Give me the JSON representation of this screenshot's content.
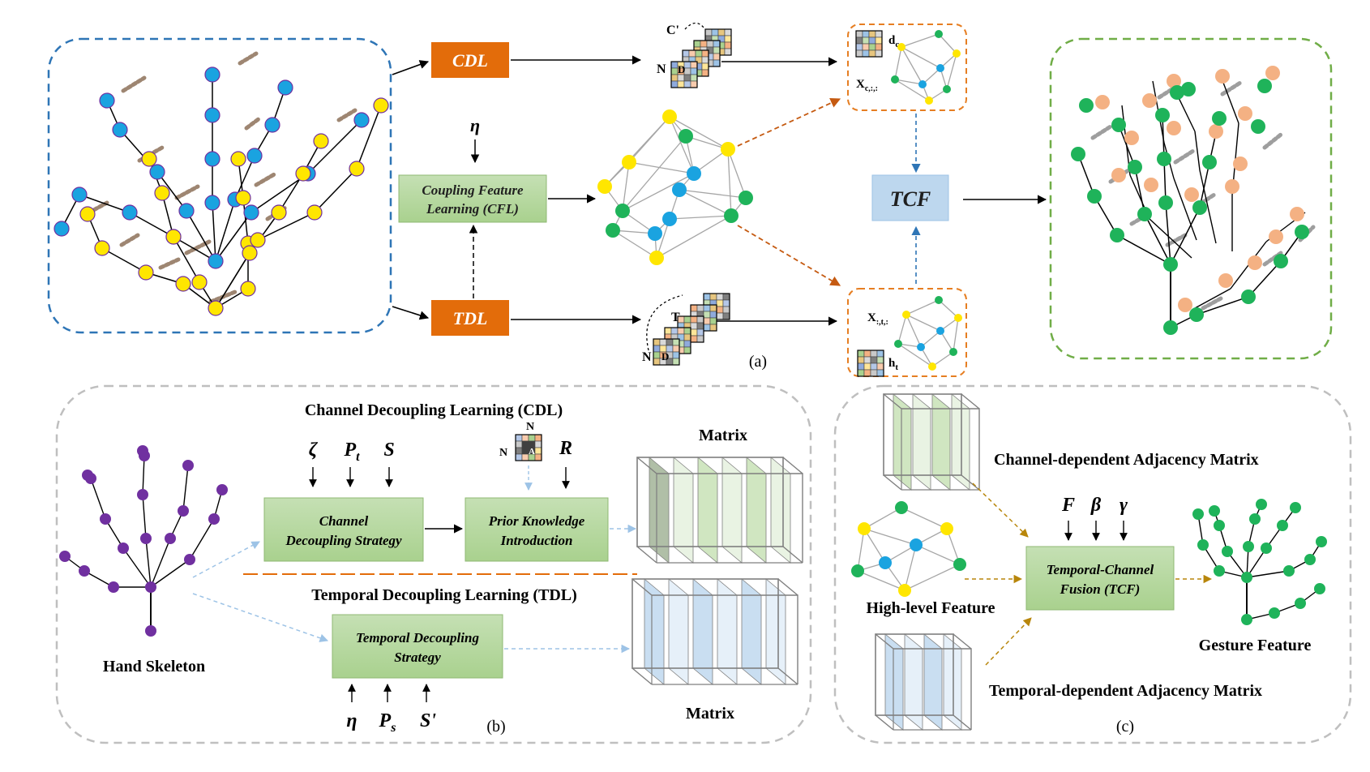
{
  "panel_a": {
    "cdl_label": "CDL",
    "tdl_label": "TDL",
    "cfl_line1": "Coupling Feature",
    "cfl_line2": "Learning (CFL)",
    "eta": "η",
    "tcf_label": "TCF",
    "cdl_c_prime": "C'",
    "cdl_n": "N",
    "cdl_d": "D",
    "tdl_t": "T",
    "tdl_n": "N",
    "tdl_d": "D",
    "dc": "d",
    "dc_sub": "c",
    "xc": "X",
    "xc_sub": "c,:,:",
    "xt": "X",
    "xt_sub": ":,t,:",
    "ht": "h",
    "ht_sub": "t",
    "panel_tag": "(a)"
  },
  "panel_b": {
    "cdl_title": "Channel Decoupling Learning (CDL)",
    "tdl_title": "Temporal Decoupling Learning (TDL)",
    "zeta": "ζ",
    "p": "P",
    "p_t_sub": "t",
    "s": "S",
    "r": "R",
    "prior_n": "N",
    "prior_n_top": "N",
    "prior_a": "A",
    "cds_line1": "Channel",
    "cds_line2": "Decoupling Strategy",
    "pki_line1": "Prior Knowledge",
    "pki_line2": "Introduction",
    "tds_line1": "Temporal Decoupling",
    "tds_line2": "Strategy",
    "eta": "η",
    "p_s_sub": "s",
    "s_prime": "S'",
    "hand_skeleton": "Hand Skeleton",
    "matrix_top": "Matrix",
    "matrix_bottom": "Matrix",
    "panel_tag": "(b)"
  },
  "panel_c": {
    "channel_matrix": "Channel-dependent Adjacency Matrix",
    "high_level": "High-level Feature",
    "temporal_matrix": "Temporal-dependent Adjacency Matrix",
    "tcf_line1": "Temporal-Channel",
    "tcf_line2": "Fusion (TCF)",
    "f": "F",
    "beta": "β",
    "gamma": "γ",
    "gesture": "Gesture Feature",
    "panel_tag": "(c)"
  },
  "colors": {
    "orange_box": "#e36c0a",
    "green_box": "#a9d08e",
    "blue_box": "#bdd7ee",
    "node_blue": "#1aa3e0",
    "node_yellow": "#ffe600",
    "node_green": "#1fb35a",
    "node_peach": "#f4b183",
    "node_purple": "#7030a0",
    "frame_blue": "#2e75b6",
    "frame_green": "#70ad47",
    "frame_orange": "#e67e22",
    "frame_gray": "#bfbfbf"
  }
}
